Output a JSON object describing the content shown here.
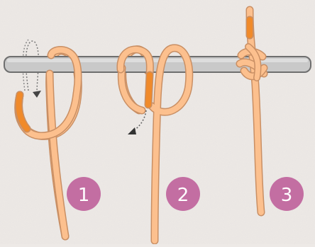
{
  "steps": [
    {
      "label": "1"
    },
    {
      "label": "2"
    },
    {
      "label": "3"
    }
  ],
  "colors": {
    "background": "#ede9e6",
    "rope": "#fcc08e",
    "rope_outline": "#c98f64",
    "rope_end": "#f08a2a",
    "bar_fill": "#c9c9c9",
    "bar_outline": "#6f6f6f",
    "badge": "#c36ea2",
    "badge_text": "#ffffff",
    "arrow": "#666666"
  },
  "icons": {
    "bar": "horizontal-bar",
    "arrow": "dotted-curved-arrow",
    "knot": "clove-hitch-knot"
  }
}
